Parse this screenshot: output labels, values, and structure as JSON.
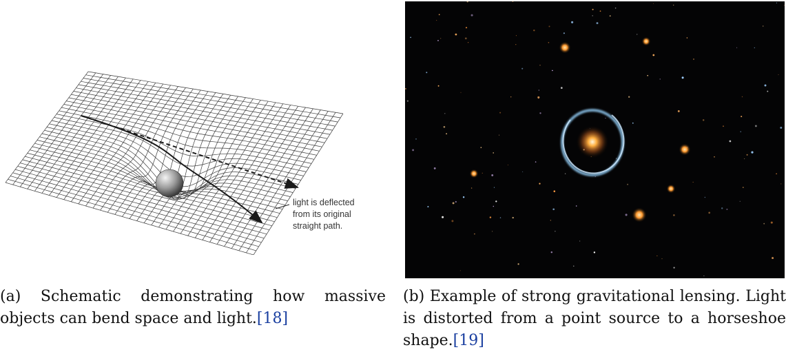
{
  "figure_a": {
    "annotation_lines": [
      "light is deflected",
      "from its original",
      "straight path."
    ],
    "caption_prefix": "(a) Schematic demonstrating how massive objects can bend space and light.",
    "caption_ref": "[18]"
  },
  "figure_b": {
    "caption_prefix": "(b) Example of strong gravitational lensing. Light is distorted from a point source to a horseshoe shape.",
    "caption_ref": "[19]"
  },
  "colors": {
    "grid_line": "#3a3a3a",
    "photo_background": "#040405",
    "ring": "#8fc8f0",
    "galaxy_core": "#ffb040",
    "citation": "#1a3fa0"
  }
}
